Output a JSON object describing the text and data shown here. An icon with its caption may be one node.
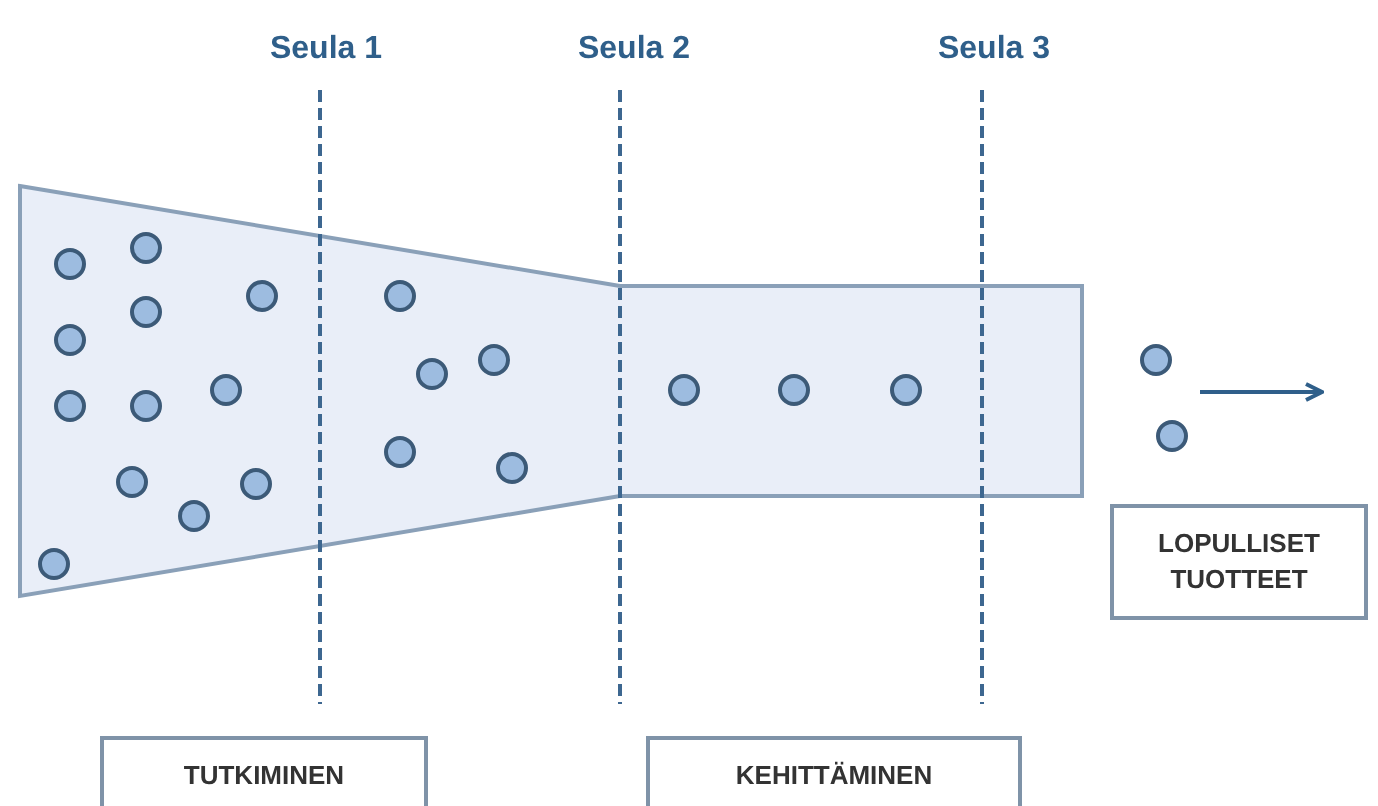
{
  "diagram": {
    "nodes": [
      {
        "text": [
          "TUTKIMINEN"
        ]
      },
      {
        "text": [
          "KEHITTÄMINEN"
        ]
      },
      {
        "text": [
          "LOPULLISET TUOTTEET"
        ]
      }
    ],
    "labels": [
      "Seula 1",
      "Seula 2",
      "Seula 3"
    ]
  }
}
